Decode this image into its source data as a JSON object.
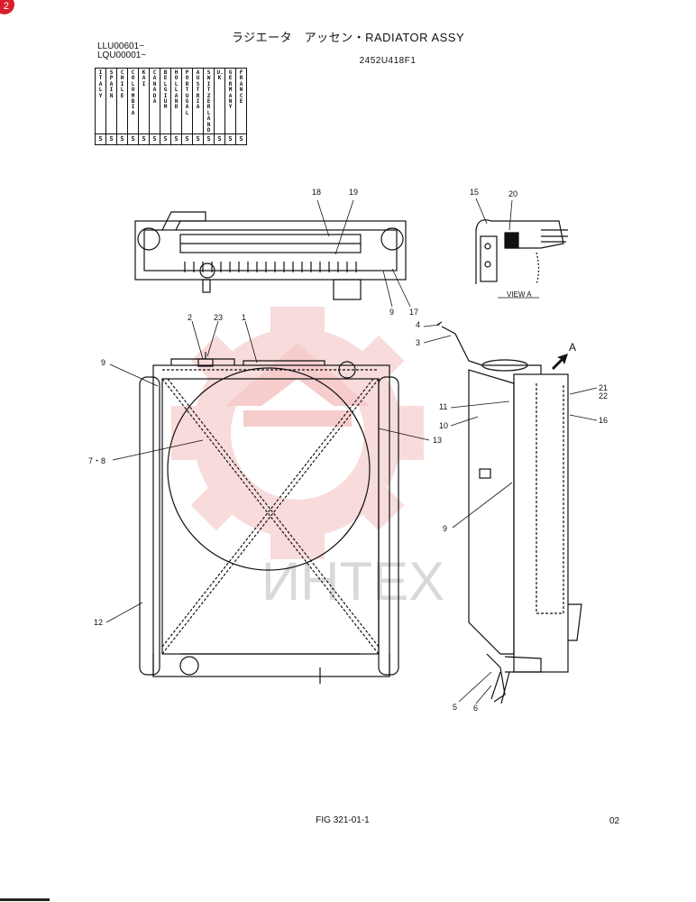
{
  "badge": "2",
  "title": "ラジエータ　アッセン・RADIATOR ASSY",
  "serials": [
    "LLU00601~",
    "LQU00001~"
  ],
  "part_number": "2452U418F1",
  "countries": [
    {
      "name": "ITALY",
      "mark": "S"
    },
    {
      "name": "SPAIN",
      "mark": "S"
    },
    {
      "name": "CHILE",
      "mark": "S"
    },
    {
      "name": "COLOMBIA",
      "mark": "S"
    },
    {
      "name": "KAI",
      "mark": "S"
    },
    {
      "name": "CANADA",
      "mark": "S"
    },
    {
      "name": "BELGIUM",
      "mark": "S"
    },
    {
      "name": "HOLLAND",
      "mark": "S"
    },
    {
      "name": "PORTUGAL",
      "mark": "S"
    },
    {
      "name": "AUSTRIA",
      "mark": "S"
    },
    {
      "name": "SWITZER LAND",
      "mark": "S"
    },
    {
      "name": "U.K",
      "mark": "S"
    },
    {
      "name": "GERMANY",
      "mark": "S"
    },
    {
      "name": "FRANCE",
      "mark": "S"
    }
  ],
  "callouts": {
    "c18": "18",
    "c19": "19",
    "c15": "15",
    "c20": "20",
    "c9a": "9",
    "c17": "17",
    "c4": "4",
    "c3": "3",
    "c2": "2",
    "c23": "23",
    "c1": "1",
    "c9b": "9",
    "c78": "7・8",
    "c13": "13",
    "c12": "12",
    "c11": "11",
    "c10": "10",
    "c9c": "9",
    "c21": "21",
    "c22": "22",
    "c16": "16",
    "c5": "5",
    "c6": "6",
    "cA": "A"
  },
  "view_label": "VIEW A",
  "watermark": "ИНТЕХ",
  "figure": "FIG 321-01-1",
  "page": "02"
}
